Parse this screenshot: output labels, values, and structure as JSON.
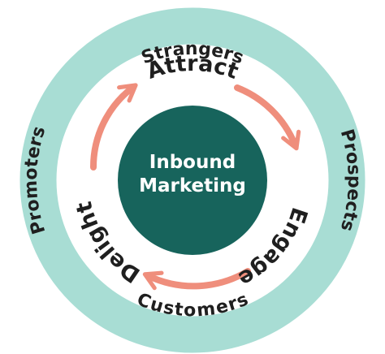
{
  "center": {
    "line1": "Inbound",
    "line2": "Marketing"
  },
  "outer_ring": {
    "top": "Strangers",
    "right": "Prospects",
    "bottom": "Customers",
    "left": "Promoters"
  },
  "stages": {
    "top": "Attract",
    "right": "Engage",
    "bottom_left": "Delight"
  },
  "colors": {
    "ring": "#a8ddd4",
    "center": "#17645c",
    "arrow": "#ef8e7c",
    "text": "#1f1f1f"
  }
}
